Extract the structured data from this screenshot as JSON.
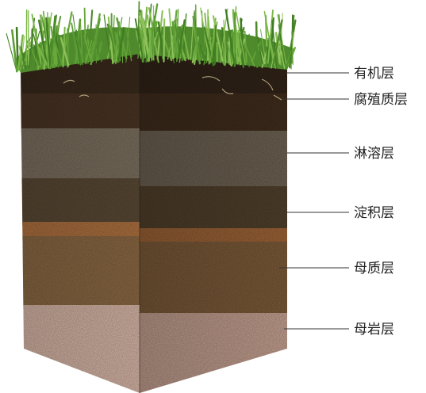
{
  "labels": [
    {
      "text": "有机层"
    },
    {
      "text": "腐殖质层"
    },
    {
      "text": "淋溶层"
    },
    {
      "text": "淀积层"
    },
    {
      "text": "母质层"
    },
    {
      "text": "母岩层"
    }
  ],
  "layer_colors": {
    "grass": "#5f9a3a",
    "organic": "#3a2a1c",
    "humus": "#4b3524",
    "eluvial": "#7d7160",
    "illuvial": "#5b4a35",
    "parent_material": "#a0703e",
    "bedrock": "#d7b4a4"
  },
  "line_color": "#333333"
}
